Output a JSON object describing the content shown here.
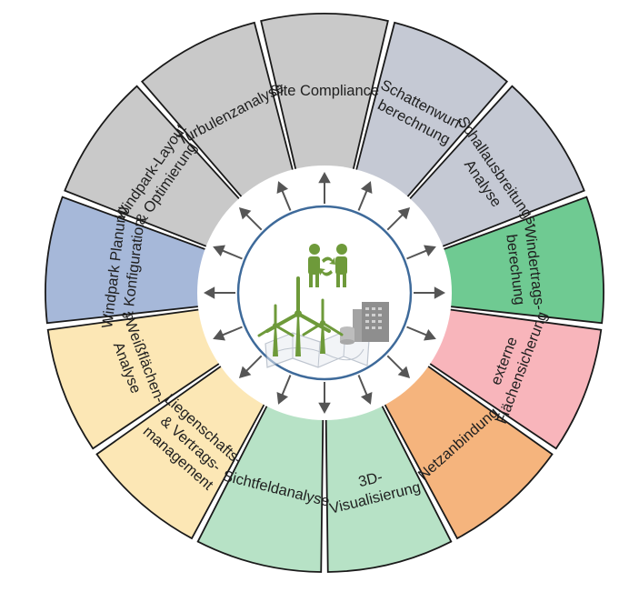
{
  "diagram": {
    "segments": [
      {
        "id": "site-compliance",
        "lines": [
          "Site Compliance"
        ],
        "color": "#c9c9c9"
      },
      {
        "id": "schattenwurf",
        "lines": [
          "Schattenwurf-",
          "berechnung"
        ],
        "color": "#c5c9d4"
      },
      {
        "id": "schallausbreitung",
        "lines": [
          "Schallausbreitungs-",
          "Analyse"
        ],
        "color": "#c5c9d4"
      },
      {
        "id": "windertrag",
        "lines": [
          "Windertrags-",
          "berechung"
        ],
        "color": "#6fca92"
      },
      {
        "id": "flaechensicherung",
        "lines": [
          "externe",
          "Flächensicherung"
        ],
        "color": "#f8b5bb"
      },
      {
        "id": "netzanbindung",
        "lines": [
          "Netzanbindung"
        ],
        "color": "#f5b47d"
      },
      {
        "id": "visualisierung",
        "lines": [
          "3D-",
          "Visualisierung"
        ],
        "color": "#b7e2c6"
      },
      {
        "id": "sichtfeld",
        "lines": [
          "Sichtfeldanalyse"
        ],
        "color": "#b7e2c6"
      },
      {
        "id": "liegenschaft",
        "lines": [
          "Liegenschafts-",
          "& Vertrags-",
          "management"
        ],
        "color": "#fce7b5"
      },
      {
        "id": "weissflaechen",
        "lines": [
          "Weißflächen-",
          "Analyse"
        ],
        "color": "#fce7b5"
      },
      {
        "id": "windpark-planung",
        "lines": [
          "Windpark Planung",
          "& Konfiguration"
        ],
        "color": "#a6b8d9"
      },
      {
        "id": "windpark-layout",
        "lines": [
          "Windpark-Layout",
          "& Optimierung"
        ],
        "color": "#c9c9c9"
      },
      {
        "id": "turbulenz",
        "lines": [
          "Turbulenzanalyse"
        ],
        "color": "#c9c9c9"
      }
    ],
    "center_icon": "wind-farm-planning-icon",
    "arrow_color": "#555555",
    "ring_color": "#3e6a9a",
    "icon_color": "#6e9a3a"
  }
}
